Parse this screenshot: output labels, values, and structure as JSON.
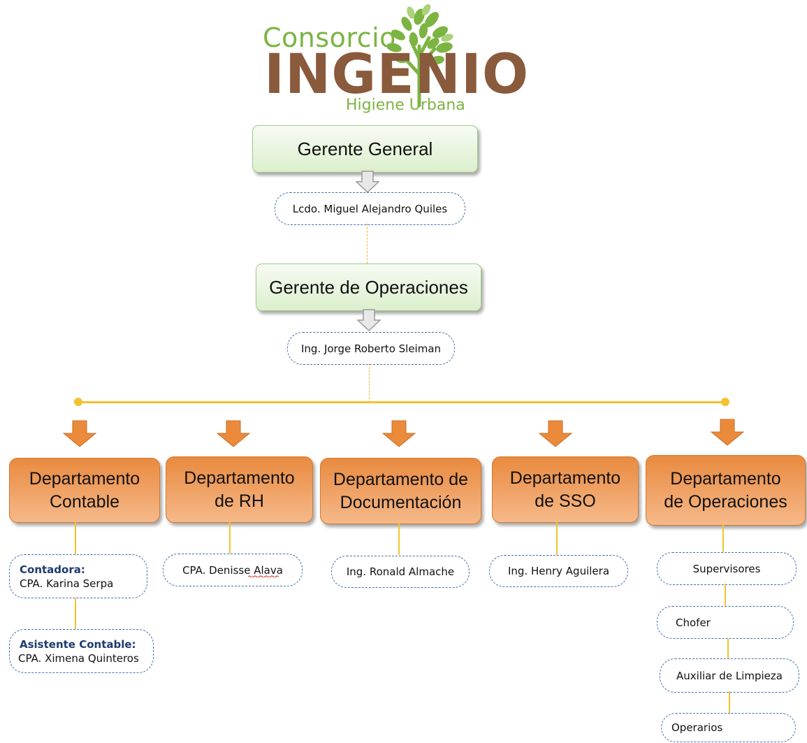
{
  "logo": {
    "line1": "Consorcio",
    "line2": "INGENIO",
    "line3": "Higiene Urbana"
  },
  "top": [
    {
      "title": "Gerente General",
      "person": "Lcdo. Miguel Alejandro Quiles"
    },
    {
      "title": "Gerente de Operaciones",
      "person": "Ing. Jorge Roberto Sleiman"
    }
  ],
  "departments": [
    {
      "title": "Departamento\nContable"
    },
    {
      "title": "Departamento\nde RH"
    },
    {
      "title": "Departamento de\nDocumentación"
    },
    {
      "title": "Departamento\nde SSO"
    },
    {
      "title": "Departamento\nde Operaciones"
    }
  ],
  "contable_staff": [
    {
      "role": "Contadora:",
      "name": "CPA. Karina Serpa"
    },
    {
      "role": "Asistente Contable:",
      "name": "CPA. Ximena Quinteros"
    }
  ],
  "rh_staff": "CPA. Denisse Alava",
  "doc_staff": "Ing. Ronald Almache",
  "sso_staff": "Ing. Henry Aguilera",
  "operaciones_staff": [
    "Supervisores",
    "Chofer",
    "Auxiliar de Limpieza",
    "Operarios"
  ],
  "colors": {
    "green_box": "#dcefcd",
    "orange_box": "#ee9a58",
    "connector": "#f2c230",
    "dashed_border": "#3f6fb5",
    "logo_green": "#7cb442",
    "logo_brown": "#8a5a3c"
  }
}
